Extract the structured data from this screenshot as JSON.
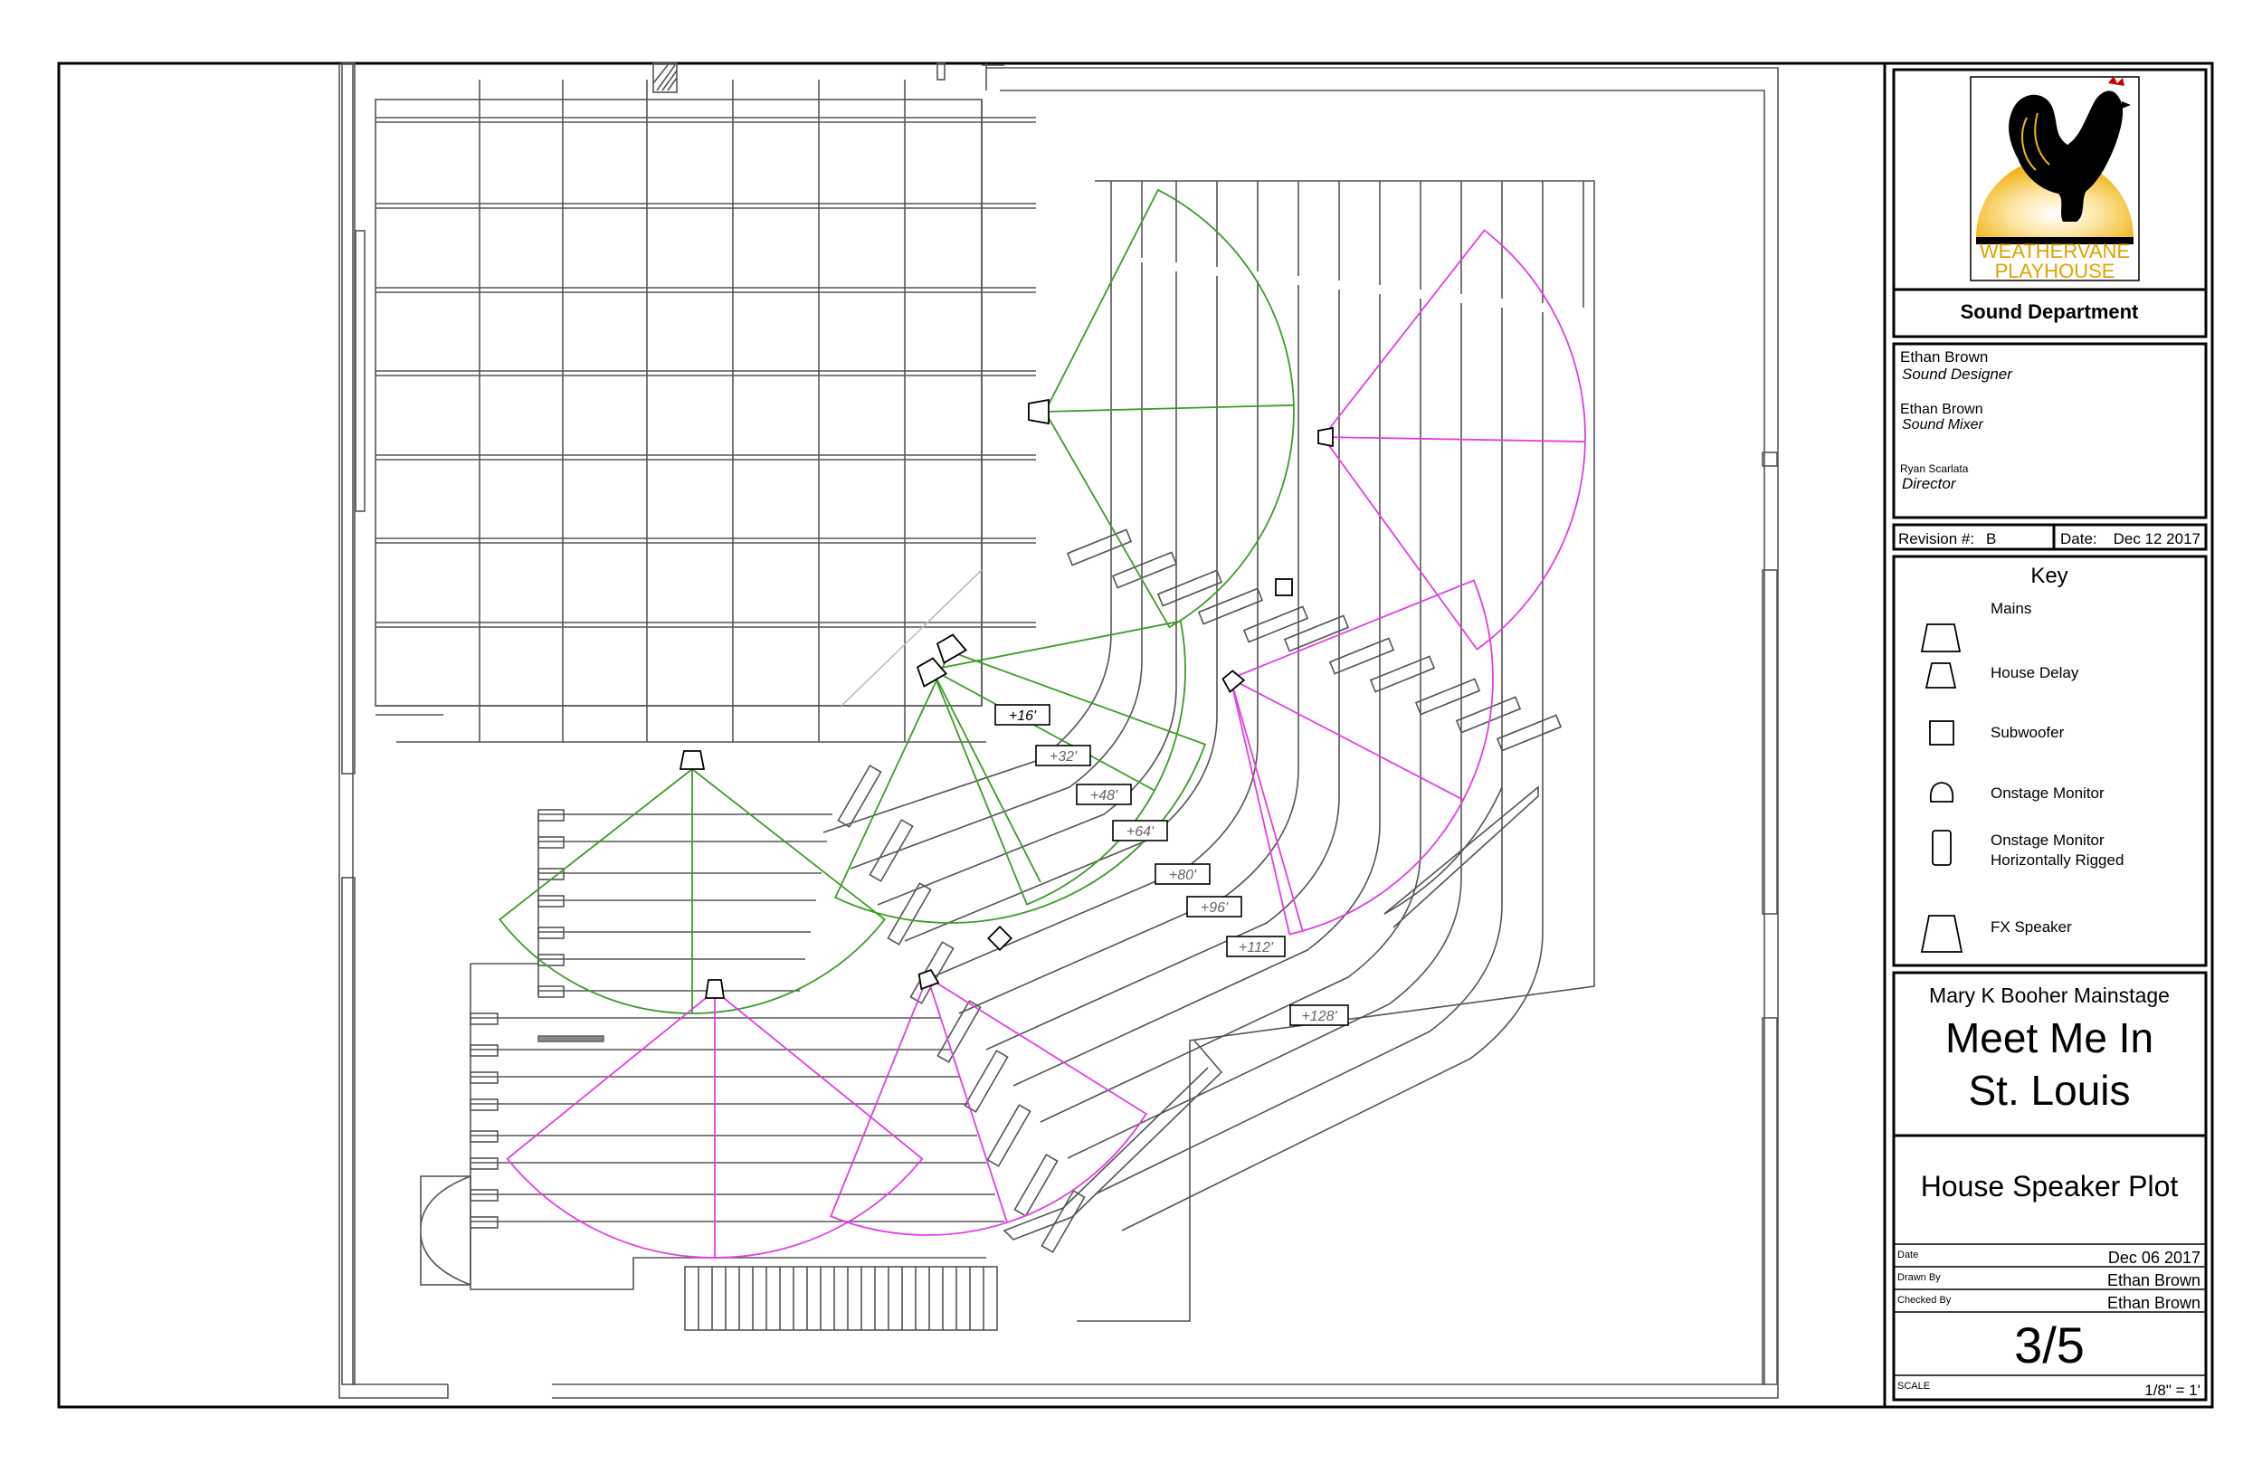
{
  "title_block": {
    "logo": {
      "line1": "WEATHERVANE",
      "line2": "PLAYHOUSE"
    },
    "department": "Sound Department",
    "credits": [
      {
        "name": "Ethan Brown",
        "role": "Sound Designer"
      },
      {
        "name": "Ethan Brown",
        "role": "Sound Mixer"
      },
      {
        "name": "Ryan Scarlata",
        "role": "Director"
      }
    ],
    "revision_label": "Revision #:",
    "revision_value": "B",
    "rev_date_label": "Date:",
    "rev_date_value": "Dec 12 2017",
    "key_title": "Key",
    "key_items": [
      {
        "symbol": "mains",
        "label": "Mains"
      },
      {
        "symbol": "house-delay",
        "label": "House Delay"
      },
      {
        "symbol": "subwoofer",
        "label": "Subwoofer"
      },
      {
        "symbol": "onstage-monitor",
        "label": "Onstage Monitor"
      },
      {
        "symbol": "onstage-monitor-rigged",
        "label": "Onstage Monitor",
        "label2": "Horizontally Rigged"
      },
      {
        "symbol": "fx-speaker",
        "label": "FX Speaker"
      }
    ],
    "venue": "Mary K Booher Mainstage",
    "show_line1": "Meet Me In",
    "show_line2": "St. Louis",
    "plot_name": "House Speaker Plot",
    "date_label": "Date",
    "date_value": "Dec 06 2017",
    "drawn_by_label": "Drawn By",
    "drawn_by_value": "Ethan Brown",
    "checked_by_label": "Checked By",
    "checked_by_value": "Ethan Brown",
    "sheet_number": "3/5",
    "scale_label": "SCALE",
    "scale_value": "1/8\" = 1'"
  },
  "elevation_tags": [
    "+16'",
    "+32'",
    "+48'",
    "+64'",
    "+80'",
    "+96'",
    "+112'",
    "+128'"
  ],
  "colors": {
    "line": "#555555",
    "frame": "#000000",
    "green_coverage": "#3f9b2a",
    "magenta_coverage": "#e040e0",
    "logo_gold": "#f0b419",
    "logo_text": "#e0a400"
  }
}
